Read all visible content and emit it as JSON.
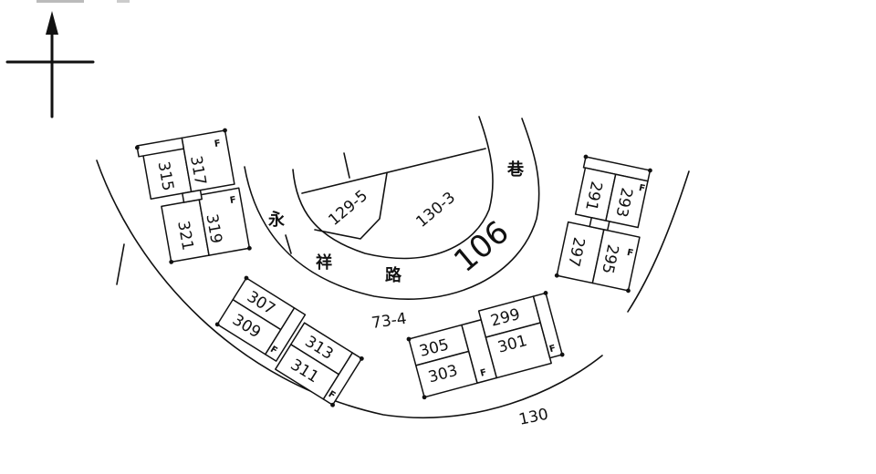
{
  "map": {
    "type": "cadastral building layout sketch",
    "north_arrow": {
      "icon": "north-arrow-icon"
    },
    "road": {
      "name_chars": [
        "永",
        "祥",
        "路",
        "巷"
      ],
      "lane_number": "106"
    },
    "parcels": [
      {
        "id": "129-5"
      },
      {
        "id": "130-3"
      },
      {
        "id": "73-4"
      },
      {
        "id": "130"
      }
    ],
    "building_groups": [
      {
        "name": "northwest-block",
        "units": [
          "315",
          "317",
          "321",
          "319"
        ]
      },
      {
        "name": "west-block",
        "units": [
          "307",
          "309",
          "313",
          "311"
        ]
      },
      {
        "name": "south-block",
        "units": [
          "305",
          "303",
          "299",
          "301"
        ]
      },
      {
        "name": "east-block",
        "units": [
          "291",
          "293",
          "297",
          "295"
        ]
      }
    ],
    "floor_mark": "F",
    "colors": {
      "ink": "#111111",
      "paper": "#ffffff"
    }
  }
}
